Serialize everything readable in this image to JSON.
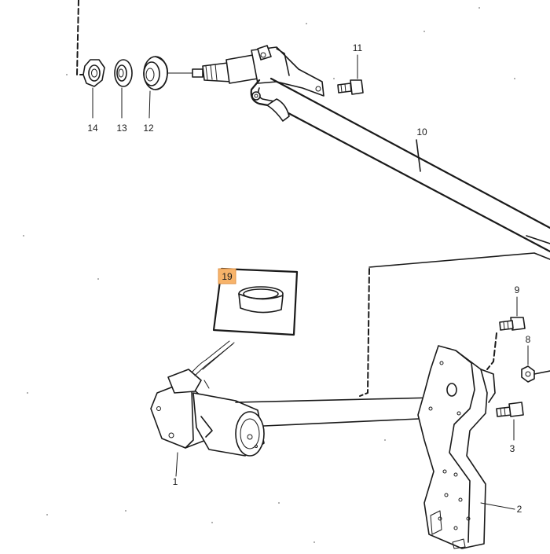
{
  "diagram": {
    "callouts": [
      {
        "id": "14",
        "label": "14",
        "part": "nut"
      },
      {
        "id": "13",
        "label": "13",
        "part": "washer"
      },
      {
        "id": "12",
        "label": "12",
        "part": "seal"
      },
      {
        "id": "11",
        "label": "11",
        "part": "screw"
      },
      {
        "id": "10",
        "label": "10",
        "part": "linkage-arm"
      },
      {
        "id": "19",
        "label": "19",
        "part": "bushing",
        "highlighted": true,
        "highlight_color": "#f7b36a"
      },
      {
        "id": "9",
        "label": "9",
        "part": "bolt"
      },
      {
        "id": "8",
        "label": "8",
        "part": "nut"
      },
      {
        "id": "3",
        "label": "3",
        "part": "bolt"
      },
      {
        "id": "1",
        "label": "1",
        "part": "wiper-motor"
      },
      {
        "id": "2",
        "label": "2",
        "part": "mounting-bracket"
      }
    ],
    "colors": {
      "ink": "#1a1a1a",
      "highlight": "#f7b36a",
      "background": "#ffffff"
    }
  }
}
